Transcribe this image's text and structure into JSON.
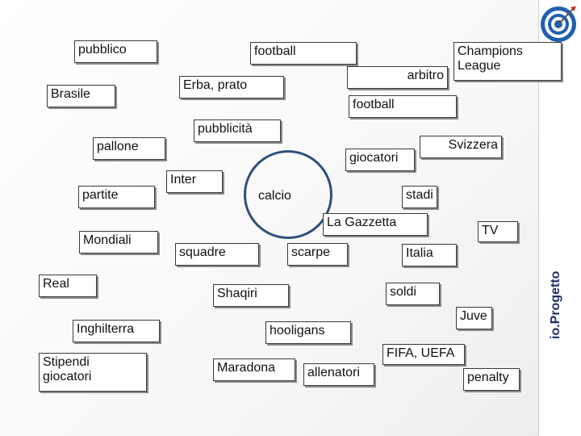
{
  "words": [
    "pubblico",
    "football",
    "Champions\nLeague",
    "arbitro",
    "Brasile",
    "Erba, prato",
    "football",
    "pubblicità",
    "pallone",
    "Svizzera",
    "giocatori",
    "partite",
    "Inter",
    "calcio",
    "stadi",
    "La Gazzetta",
    "TV",
    "Mondiali",
    "squadre",
    "scarpe",
    "Italia",
    "Real",
    "Shaqiri",
    "soldi",
    "Juve",
    "Inghilterra",
    "hooligans",
    "FIFA, UEFA",
    "Stipendi\ngiocatori",
    "Maradona",
    "allenatori",
    "penalty"
  ],
  "brand": "io.Progetto",
  "icons": {
    "logo": "target-with-arrow-icon"
  },
  "colors": {
    "circle": "#2f4f7a",
    "brand": "#1b2f64",
    "target_blue": "#1f5fb0"
  }
}
